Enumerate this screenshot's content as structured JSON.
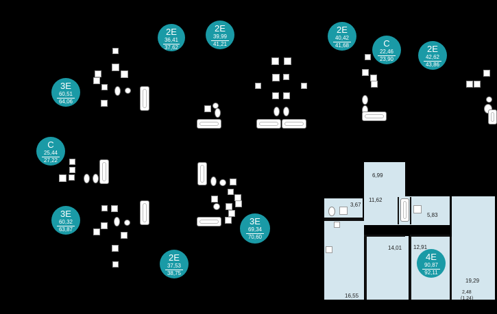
{
  "units": [
    {
      "type": "2E",
      "area1": "36,41",
      "area2": "37,62"
    },
    {
      "type": "2E",
      "area1": "39,99",
      "area2": "41,21"
    },
    {
      "type": "2E",
      "area1": "40,42",
      "area2": "41,68"
    },
    {
      "type": "C",
      "area1": "22,46",
      "area2": "23,90"
    },
    {
      "type": "2E",
      "area1": "42,62",
      "area2": "43,86"
    },
    {
      "type": "3E",
      "area1": "60,51",
      "area2": "64,06"
    },
    {
      "type": "C",
      "area1": "25,44",
      "area2": "27,22"
    },
    {
      "type": "3E",
      "area1": "60,32",
      "area2": "63,87"
    },
    {
      "type": "3E",
      "area1": "69,34",
      "area2": "70,60"
    },
    {
      "type": "2E",
      "area1": "37,53",
      "area2": "38,75"
    }
  ],
  "plan": {
    "badge": {
      "type": "4E",
      "area1": "90,87",
      "area2": "92,11"
    },
    "rooms": [
      "6,99",
      "3,67",
      "11,62",
      "5,83",
      "14,01",
      "12,91",
      "16,55",
      "19,29",
      "2,48",
      "(1,24)"
    ]
  },
  "colors": {
    "badge": "#1a9aa6",
    "room_fill": "#d4e6ee",
    "background": "#000000"
  }
}
